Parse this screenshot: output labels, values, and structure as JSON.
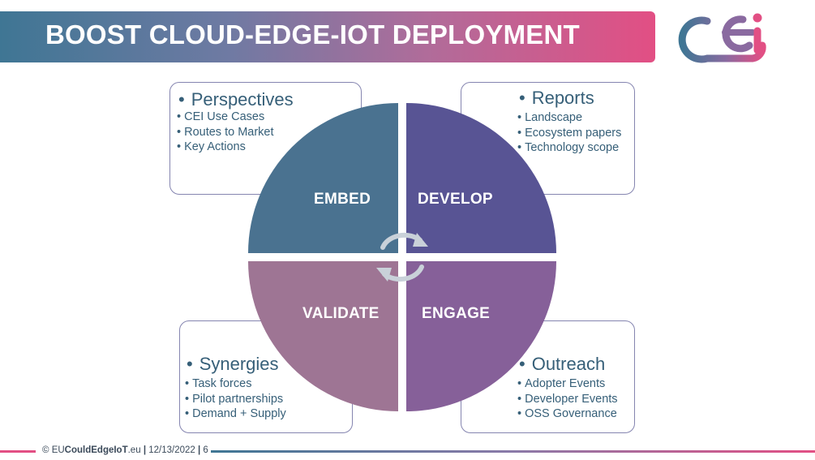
{
  "header": {
    "title": "BOOST CLOUD-EDGE-IOT DEPLOYMENT",
    "logo_text": "cei"
  },
  "colors": {
    "embed": "#4a7290",
    "develop": "#585494",
    "validate": "#9e7594",
    "engage": "#866099",
    "text": "#365f78",
    "accent_pink": "#e24f84",
    "accent_blue": "#3f7694"
  },
  "diagram": {
    "quadrants": {
      "embed": "EMBED",
      "develop": "DEVELOP",
      "validate": "VALIDATE",
      "engage": "ENGAGE"
    },
    "boxes": {
      "perspectives": {
        "title": "Perspectives",
        "items": [
          "CEI Use Cases",
          "Routes to Market",
          "Key Actions"
        ]
      },
      "reports": {
        "title": "Reports",
        "items": [
          "Landscape",
          "Ecosystem papers",
          "Technology scope"
        ]
      },
      "synergies": {
        "title": "Synergies",
        "items": [
          "Task forces",
          "Pilot partnerships",
          "Demand + Supply"
        ]
      },
      "outreach": {
        "title": "Outreach",
        "items": [
          "Adopter Events",
          "Developer Events",
          "OSS Governance"
        ]
      }
    }
  },
  "footer": {
    "copyright": "©",
    "site_prefix": "EU",
    "site_bold": "CouldEdgeIoT",
    "site_suffix": ".eu",
    "date": "12/13/2022",
    "page": "6"
  }
}
